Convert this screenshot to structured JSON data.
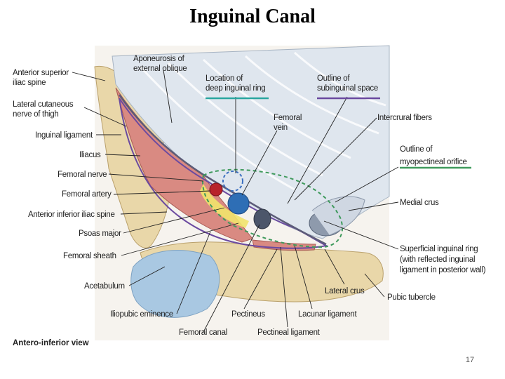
{
  "title": "Inguinal Canal",
  "view_caption": "Antero-inferior view",
  "page_number": "17",
  "colors": {
    "bone": "#e9d7a9",
    "muscle": "#d98a82",
    "aponeurosis": "#dfe6ee",
    "outline_purple": "#6b4aa0",
    "outline_green": "#3f9a5c",
    "outline_blue": "#3a6fc0",
    "artery": "#b8232b",
    "vein": "#2e6eb5",
    "acetabulum": "#a9c8e2",
    "underline_teal": "#2aa6a0"
  },
  "labels": {
    "asis": [
      "Anterior superior",
      "iliac spine"
    ],
    "aponeurosis": [
      "Aponeurosis of",
      "external oblique"
    ],
    "deep_ring": [
      "Location of",
      "deep inguinal ring"
    ],
    "subinguinal": [
      "Outline of",
      "subinguinal space"
    ],
    "lat_cut_nerve": [
      "Lateral cutaneous",
      "nerve of thigh"
    ],
    "femoral_vein": [
      "Femoral",
      "vein"
    ],
    "intercrural": [
      "Intercrural fibers"
    ],
    "inguinal_ligament": [
      "Inguinal ligament"
    ],
    "iliacus": [
      "Iliacus"
    ],
    "myopectineal": [
      "Outline of",
      "myopectineal orifice"
    ],
    "femoral_nerve": [
      "Femoral nerve"
    ],
    "femoral_artery": [
      "Femoral artery"
    ],
    "medial_crus": [
      "Medial crus"
    ],
    "aiis": [
      "Anterior inferior iliac spine"
    ],
    "psoas": [
      "Psoas major"
    ],
    "femoral_sheath": [
      "Femoral sheath"
    ],
    "superficial_ring": [
      "Superficial inguinal ring",
      "(with reflected inguinal",
      "ligament in posterior wall)"
    ],
    "acetabulum": [
      "Acetabulum"
    ],
    "lateral_crus": [
      "Lateral crus"
    ],
    "pubic_tubercle": [
      "Pubic tubercle"
    ],
    "iliopubic": [
      "Iliopubic eminence"
    ],
    "pectineus": [
      "Pectineus"
    ],
    "lacunar": [
      "Lacunar ligament"
    ],
    "femoral_canal": [
      "Femoral canal"
    ],
    "pectineal_ligament": [
      "Pectineal ligament"
    ]
  }
}
